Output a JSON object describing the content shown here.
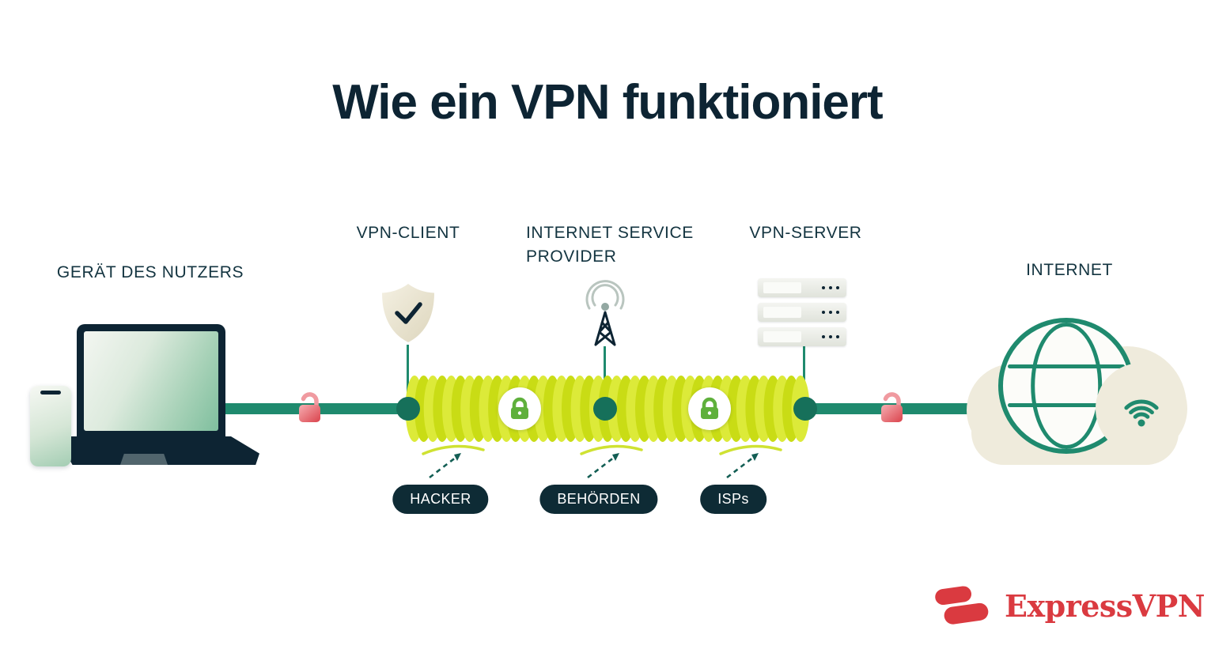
{
  "title": "Wie ein VPN funktioniert",
  "nodes": {
    "device_label": "GERÄT DES NUTZERS",
    "vpn_client_label": "VPN-CLIENT",
    "isp_label": "INTERNET SERVICE PROVIDER",
    "vpn_server_label": "VPN-SERVER",
    "internet_label": "INTERNET"
  },
  "threats": [
    {
      "label": "HACKER"
    },
    {
      "label": "BEHÖRDEN"
    },
    {
      "label": "ISPs"
    }
  ],
  "brand": {
    "name": "ExpressVPN"
  },
  "icons": {
    "laptop": "laptop-icon",
    "phone": "phone-icon",
    "vpn_client": "shield-check-icon",
    "isp": "antenna-icon",
    "vpn_server": "server-stack-icon",
    "internet": "globe-icon",
    "wifi": "wifi-icon",
    "encrypted": "padlock-closed-icon",
    "unencrypted": "padlock-open-icon",
    "tunnel": "tunnel-coil"
  },
  "colors": {
    "navy": "#0d2433",
    "teal": "#1f8a6e",
    "teal_dark": "#16705a",
    "tunnel_light": "#dcea39",
    "tunnel_dark": "#c9dc15",
    "lock_green": "#5fb03c",
    "threat_bg": "#0e2b35",
    "red": "#dd4a52",
    "red_light": "#f4a3a7",
    "cream": "#efebdc",
    "brand_red": "#da3a40"
  },
  "tunnel": {
    "coil_count": 43
  }
}
